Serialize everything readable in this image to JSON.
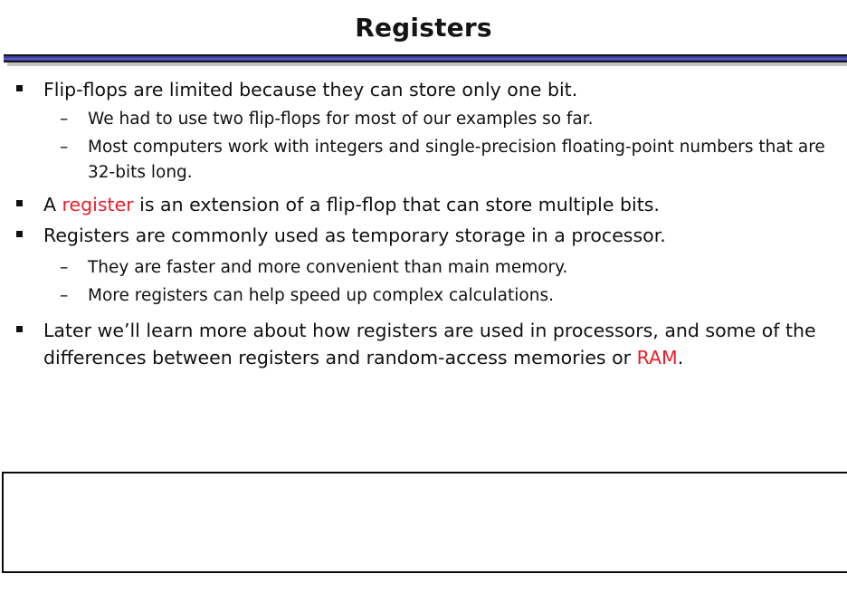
{
  "slide": {
    "title": "Registers",
    "accent_bar_color": "#3c3ca4",
    "highlight_color": "#e8202a",
    "text_color": "#111111",
    "background_color": "#ffffff"
  },
  "content": {
    "b1": {
      "marker": "▪",
      "text": "Flip-flops are limited because they can store only one bit."
    },
    "b1s1": {
      "marker": "–",
      "text": "We had to use two flip-flops for most of our examples so far."
    },
    "b1s2": {
      "marker": "–",
      "text": "Most computers work with integers and single-precision floating-point numbers that are 32-bits long."
    },
    "b2": {
      "marker": "▪",
      "part1": "A ",
      "highlight": "register",
      "part2": " is an extension of a flip-flop that can store multiple bits."
    },
    "b3": {
      "marker": "▪",
      "text": "Registers are commonly used as temporary storage in a processor."
    },
    "b3s1": {
      "marker": "–",
      "text": "They are faster and more convenient than main memory."
    },
    "b3s2": {
      "marker": "–",
      "text": "More registers can help speed up complex calculations."
    },
    "b4": {
      "marker": "▪",
      "part1": "Later we’ll learn more about how registers are used in processors, and some of the differences between registers and random-access memories or ",
      "highlight": "RAM",
      "part2": "."
    }
  },
  "bottom_panel": {
    "content": ""
  }
}
